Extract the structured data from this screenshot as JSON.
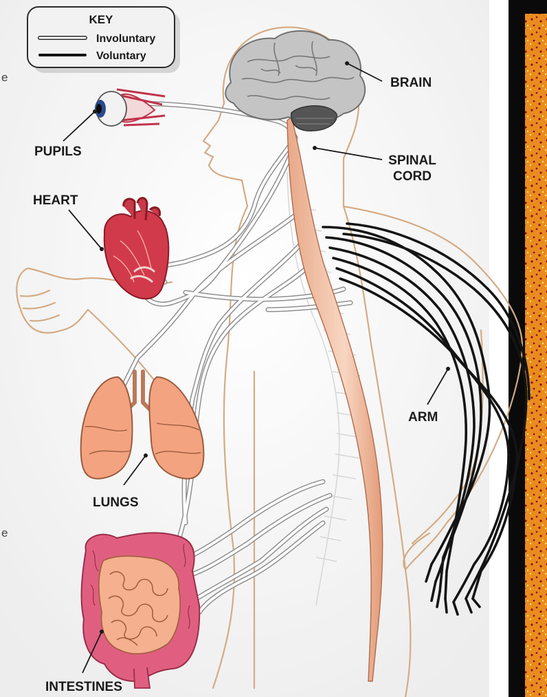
{
  "key": {
    "title": "KEY",
    "involuntary": "Involuntary",
    "voluntary": "Voluntary"
  },
  "labels": {
    "brain": "BRAIN",
    "spinal_line1": "SPINAL",
    "spinal_line2": "CORD",
    "pupils": "PUPILS",
    "heart": "HEART",
    "lungs": "LUNGS",
    "arm": "ARM",
    "intestines": "INTESTINES"
  },
  "edge_text": {
    "top": "e",
    "bottom": "e"
  },
  "colors": {
    "panel_bg": "#eeeeee",
    "body_outline": "#d2aa82",
    "spine": "#f3c4a6",
    "involuntary_nerve": "#9c9c9c",
    "voluntary_nerve": "#141414",
    "heart": "#d13a4a",
    "lungs": "#f0a67e",
    "intestines_outer": "#df5c80",
    "intestines_inner": "#f4ae8f",
    "brain": "#bdbdbd",
    "border_orange": "#e88b1c",
    "border_dots": "#9a1418",
    "black_strip": "#0a0a0a"
  },
  "icons": [
    "eye-icon",
    "brain-icon",
    "heart-icon",
    "lungs-icon",
    "intestines-icon",
    "spine-icon",
    "body-outline-icon"
  ]
}
